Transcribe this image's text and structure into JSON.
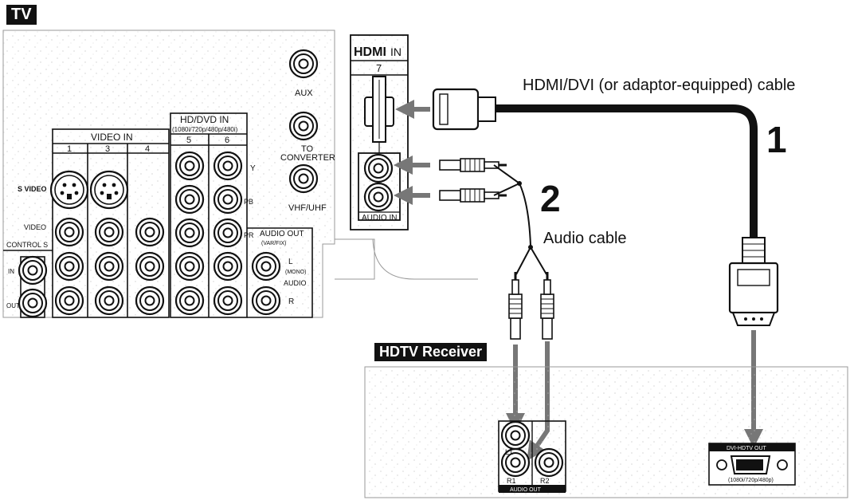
{
  "tv": {
    "badge": "TV",
    "video_in": {
      "title": "VIDEO IN",
      "inputs": [
        "1",
        "3",
        "4"
      ]
    },
    "hd_dvd_in": {
      "title": "HD/DVD IN",
      "subtitle": "(1080i/720p/480p/480i)",
      "inputs": [
        "5",
        "6"
      ]
    },
    "component_labels": [
      "Y",
      "PB",
      "PR"
    ],
    "s_video_label": "S VIDEO",
    "video_label": "VIDEO",
    "control_s": {
      "title": "CONTROL S",
      "in": "IN",
      "out": "OUT"
    },
    "audio_out": {
      "title": "AUDIO OUT",
      "subtitle": "(VAR/FIX)",
      "l_label": "L",
      "mono_label": "(MONO)",
      "audio_label": "AUDIO",
      "r_label": "R"
    },
    "rf": {
      "aux": "AUX",
      "to_converter_line1": "TO",
      "to_converter_line2": "CONVERTER",
      "vhf_uhf": "VHF/UHF"
    },
    "hdmi": {
      "logo": "HDMI",
      "in_label": "IN",
      "number": "7",
      "audio_in": "AUDIO IN"
    }
  },
  "receiver": {
    "badge": "HDTV Receiver",
    "audio_out": {
      "l1": "L1",
      "r1": "R1",
      "r2": "R2",
      "label": "AUDIO OUT"
    },
    "dvi_out": {
      "label": "DVI-HDTV OUT",
      "format": "(1080i/720p/480p)"
    }
  },
  "cables": {
    "hdmi_dvi": {
      "label": "HDMI/DVI (or adaptor-equipped) cable",
      "step": "1"
    },
    "audio": {
      "label": "Audio cable",
      "step": "2"
    }
  },
  "colors": {
    "ink": "#111111",
    "cable": "#1a1a1a",
    "panel_texture": "#c8c8c8",
    "arrow": "#888888"
  }
}
